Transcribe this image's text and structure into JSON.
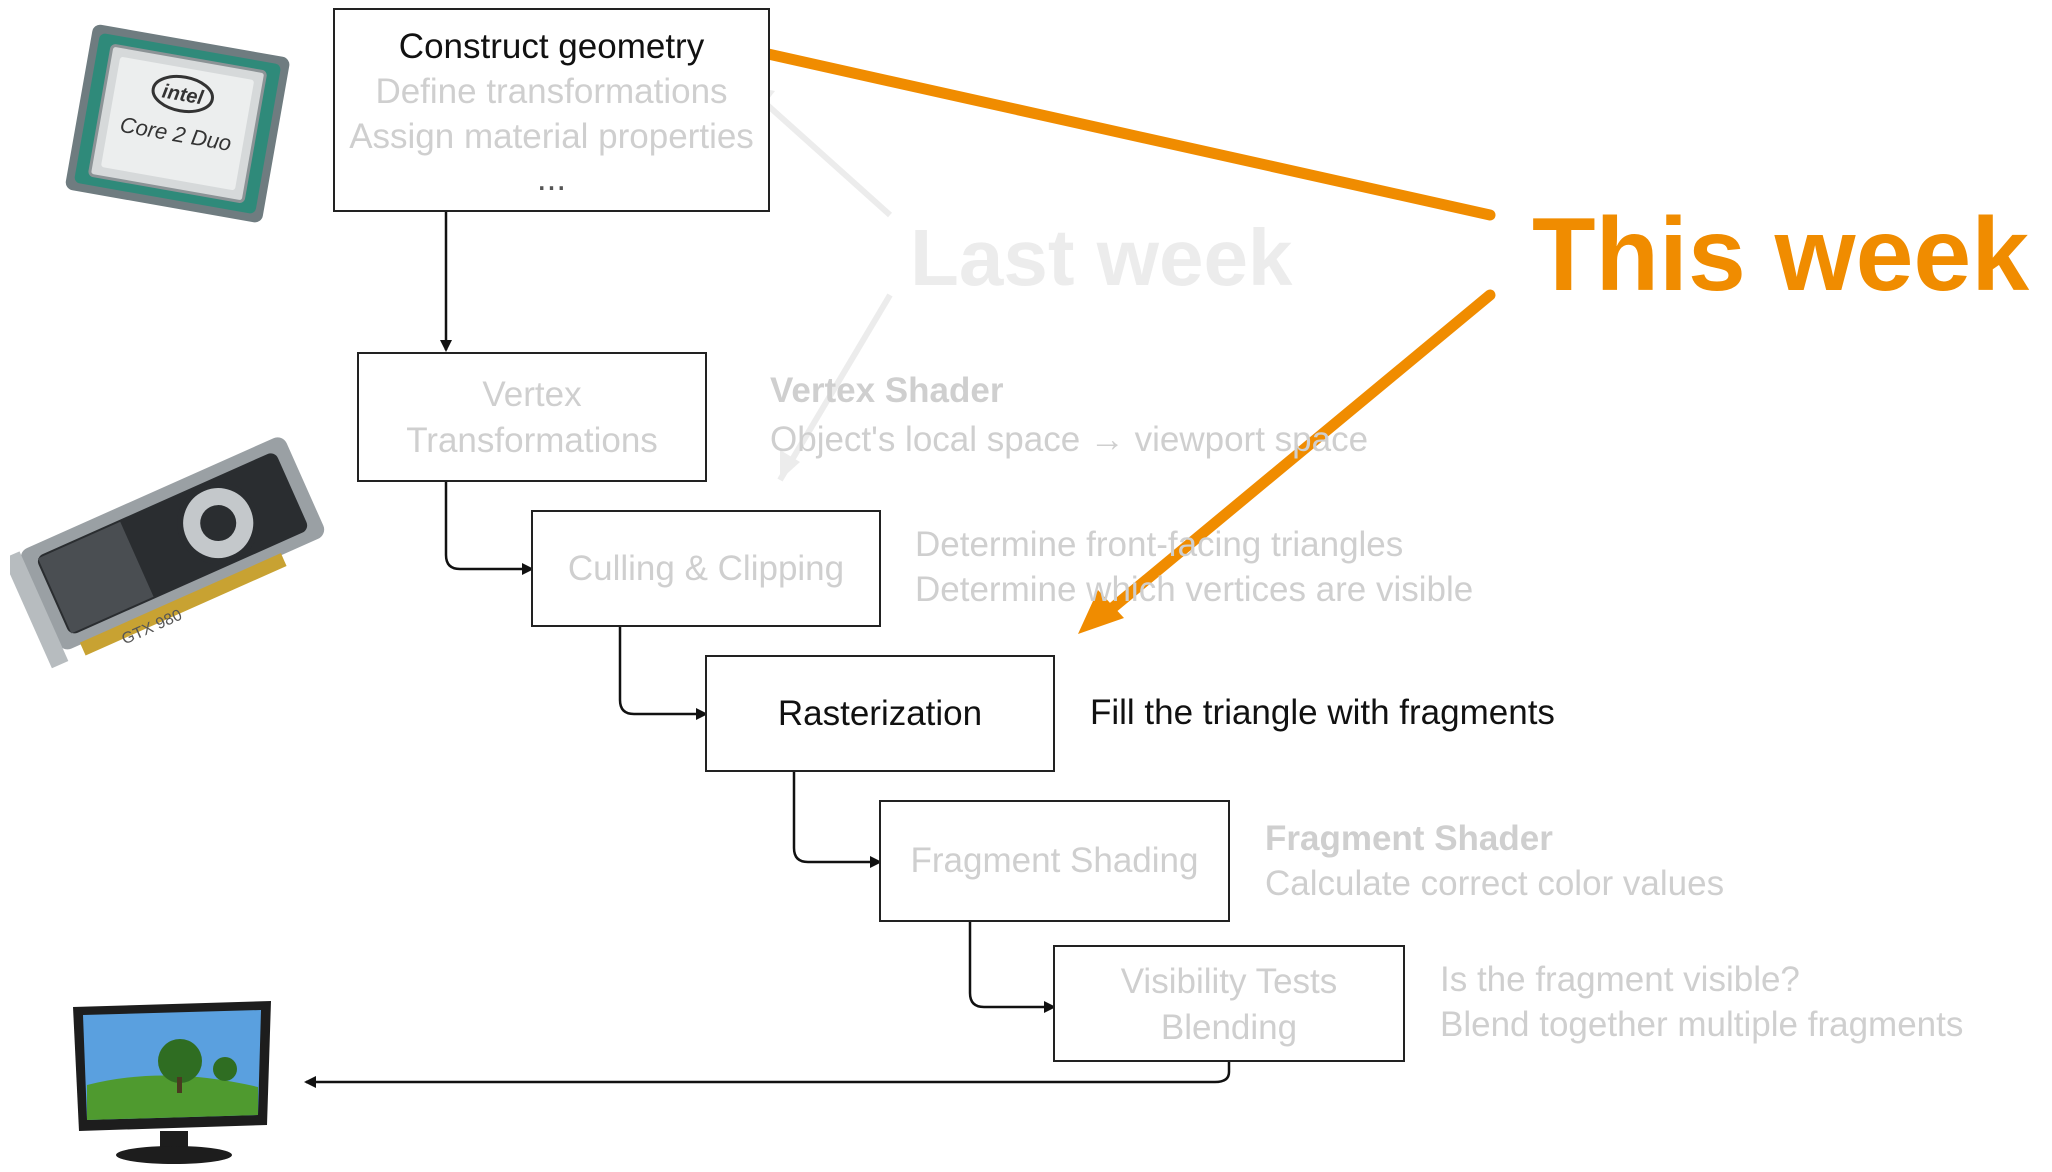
{
  "stages": [
    {
      "lines": [
        "Construct geometry",
        "Define transformations",
        "Assign material properties",
        "..."
      ]
    },
    {
      "lines": [
        "Vertex",
        "Transformations"
      ]
    },
    {
      "lines": [
        "Culling & Clipping"
      ]
    },
    {
      "lines": [
        "Rasterization"
      ]
    },
    {
      "lines": [
        "Fragment Shading"
      ]
    },
    {
      "lines": [
        "Visibility Tests",
        "Blending"
      ]
    }
  ],
  "descriptions": {
    "vertex": {
      "title": "Vertex Shader",
      "text": "Object's local space → viewport space"
    },
    "culling": {
      "line1": "Determine front-facing triangles",
      "line2": "Determine which vertices are visible"
    },
    "rasterization": {
      "text": "Fill the triangle with fragments"
    },
    "fragment": {
      "title": "Fragment Shader",
      "text": "Calculate correct color values"
    },
    "visibility": {
      "line1": "Is the fragment visible?",
      "line2": "Blend together multiple fragments"
    }
  },
  "labels": {
    "last_week": "Last week",
    "this_week": "This week"
  },
  "cpu_logo": {
    "brand": "intel",
    "model": "Core 2 Duo"
  },
  "gpu_label": "GTX 980",
  "colors": {
    "accent": "#f08c00",
    "faded_text": "#cfcfcf",
    "active_text": "#111111",
    "last_week": "#ececec"
  }
}
